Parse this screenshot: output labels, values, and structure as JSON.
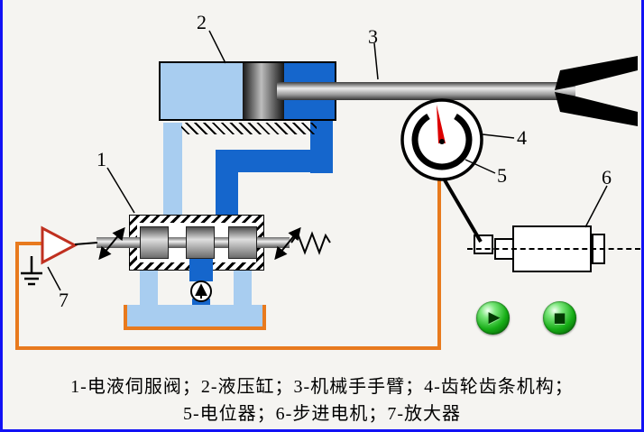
{
  "callouts": {
    "servo_valve": "1",
    "cylinder": "2",
    "arm": "3",
    "rack_pinion": "4",
    "potentiometer": "5",
    "stepper_motor": "6",
    "amplifier": "7"
  },
  "caption": {
    "line1": "1-电液伺服阀；2-液压缸；3-机械手手臂；4-齿轮齿条机构；",
    "line2": "5-电位器；6-步进电机；7-放大器"
  },
  "controls": {
    "play_icon": "▶",
    "stop_icon": "■"
  },
  "colors": {
    "pipe_dark_blue": "#1566cc",
    "pipe_light_blue": "#a8cdf0",
    "wire_orange": "#e87a1e",
    "needle_red": "#dd0000",
    "button_green": "#16ad16",
    "frame_blue": "#1212f5",
    "amplifier_red": "#c03020"
  }
}
